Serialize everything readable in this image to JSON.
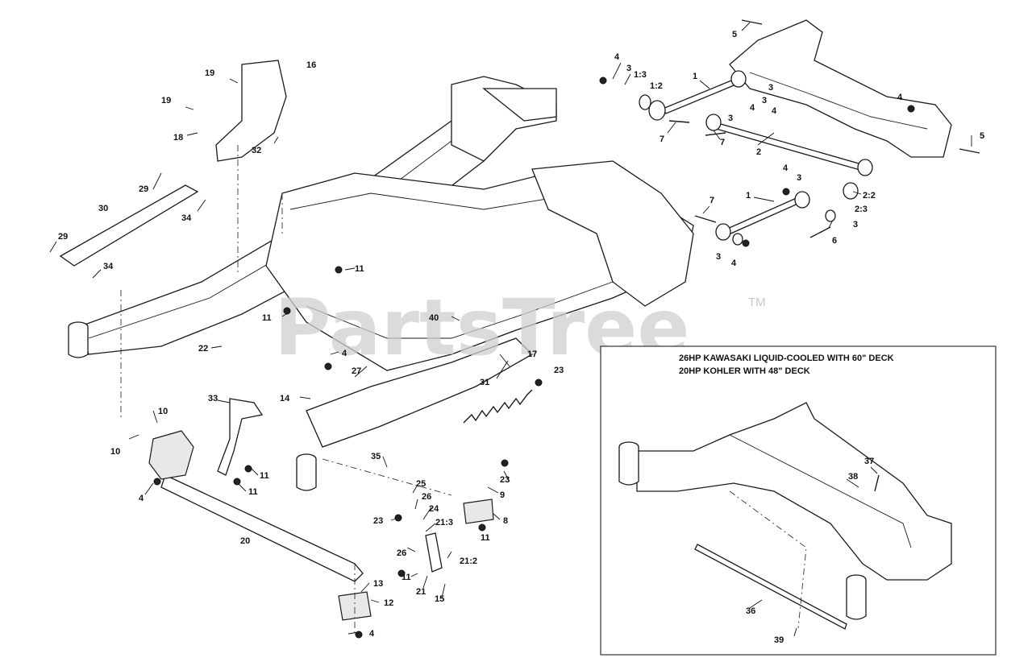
{
  "watermark": {
    "text": "PartsTree",
    "tm": "TM"
  },
  "inset": {
    "title_line1": "26HP KAWASAKI LIQUID-COOLED WITH 60\" DECK",
    "title_line2": "20HP KOHLER WITH 48\" DECK"
  },
  "callouts": [
    {
      "id": "c5a",
      "text": "5"
    },
    {
      "id": "c5b",
      "text": "5"
    },
    {
      "id": "c4a",
      "text": "4"
    },
    {
      "id": "c3a",
      "text": "3"
    },
    {
      "id": "c13",
      "text": "1:3"
    },
    {
      "id": "c12",
      "text": "1:2"
    },
    {
      "id": "c1a",
      "text": "1"
    },
    {
      "id": "c3b",
      "text": "3"
    },
    {
      "id": "c3c",
      "text": "3"
    },
    {
      "id": "c4b",
      "text": "4"
    },
    {
      "id": "c4c",
      "text": "4"
    },
    {
      "id": "c3d",
      "text": "3"
    },
    {
      "id": "c7a",
      "text": "7"
    },
    {
      "id": "c7b",
      "text": "7"
    },
    {
      "id": "c2a",
      "text": "2"
    },
    {
      "id": "c4d",
      "text": "4"
    },
    {
      "id": "c4e",
      "text": "4"
    },
    {
      "id": "c3e",
      "text": "3"
    },
    {
      "id": "c22a",
      "text": "2:2"
    },
    {
      "id": "c23a",
      "text": "2:3"
    },
    {
      "id": "c7c",
      "text": "7"
    },
    {
      "id": "c1b",
      "text": "1"
    },
    {
      "id": "c3f",
      "text": "3"
    },
    {
      "id": "c6",
      "text": "6"
    },
    {
      "id": "c3g",
      "text": "3"
    },
    {
      "id": "c4f",
      "text": "4"
    },
    {
      "id": "c19a",
      "text": "19"
    },
    {
      "id": "c16",
      "text": "16"
    },
    {
      "id": "c19b",
      "text": "19"
    },
    {
      "id": "c18",
      "text": "18"
    },
    {
      "id": "c32",
      "text": "32"
    },
    {
      "id": "c29a",
      "text": "29"
    },
    {
      "id": "c30",
      "text": "30"
    },
    {
      "id": "c34a",
      "text": "34"
    },
    {
      "id": "c29b",
      "text": "29"
    },
    {
      "id": "c34b",
      "text": "34"
    },
    {
      "id": "c11a",
      "text": "11"
    },
    {
      "id": "c11b",
      "text": "11"
    },
    {
      "id": "c40",
      "text": "40"
    },
    {
      "id": "c22b",
      "text": "22"
    },
    {
      "id": "c4g",
      "text": "4"
    },
    {
      "id": "c27",
      "text": "27"
    },
    {
      "id": "c17",
      "text": "17"
    },
    {
      "id": "c23b",
      "text": "23"
    },
    {
      "id": "c31",
      "text": "31"
    },
    {
      "id": "c14",
      "text": "14"
    },
    {
      "id": "c33",
      "text": "33"
    },
    {
      "id": "c10a",
      "text": "10"
    },
    {
      "id": "c10b",
      "text": "10"
    },
    {
      "id": "c23c",
      "text": "23"
    },
    {
      "id": "c35",
      "text": "35"
    },
    {
      "id": "c11c",
      "text": "11"
    },
    {
      "id": "c11d",
      "text": "11"
    },
    {
      "id": "c4h",
      "text": "4"
    },
    {
      "id": "c25",
      "text": "25"
    },
    {
      "id": "c26a",
      "text": "26"
    },
    {
      "id": "c9",
      "text": "9"
    },
    {
      "id": "c24",
      "text": "24"
    },
    {
      "id": "c23d",
      "text": "23"
    },
    {
      "id": "c8",
      "text": "8"
    },
    {
      "id": "c21_3",
      "text": "21:3"
    },
    {
      "id": "c11e",
      "text": "11"
    },
    {
      "id": "c20",
      "text": "20"
    },
    {
      "id": "c26b",
      "text": "26"
    },
    {
      "id": "c21_2",
      "text": "21:2"
    },
    {
      "id": "c11f",
      "text": "11"
    },
    {
      "id": "c21",
      "text": "21"
    },
    {
      "id": "c15",
      "text": "15"
    },
    {
      "id": "c13b",
      "text": "13"
    },
    {
      "id": "c12b",
      "text": "12"
    },
    {
      "id": "c4i",
      "text": "4"
    },
    {
      "id": "c37",
      "text": "37"
    },
    {
      "id": "c38",
      "text": "38"
    },
    {
      "id": "c36",
      "text": "36"
    },
    {
      "id": "c39",
      "text": "39"
    }
  ]
}
